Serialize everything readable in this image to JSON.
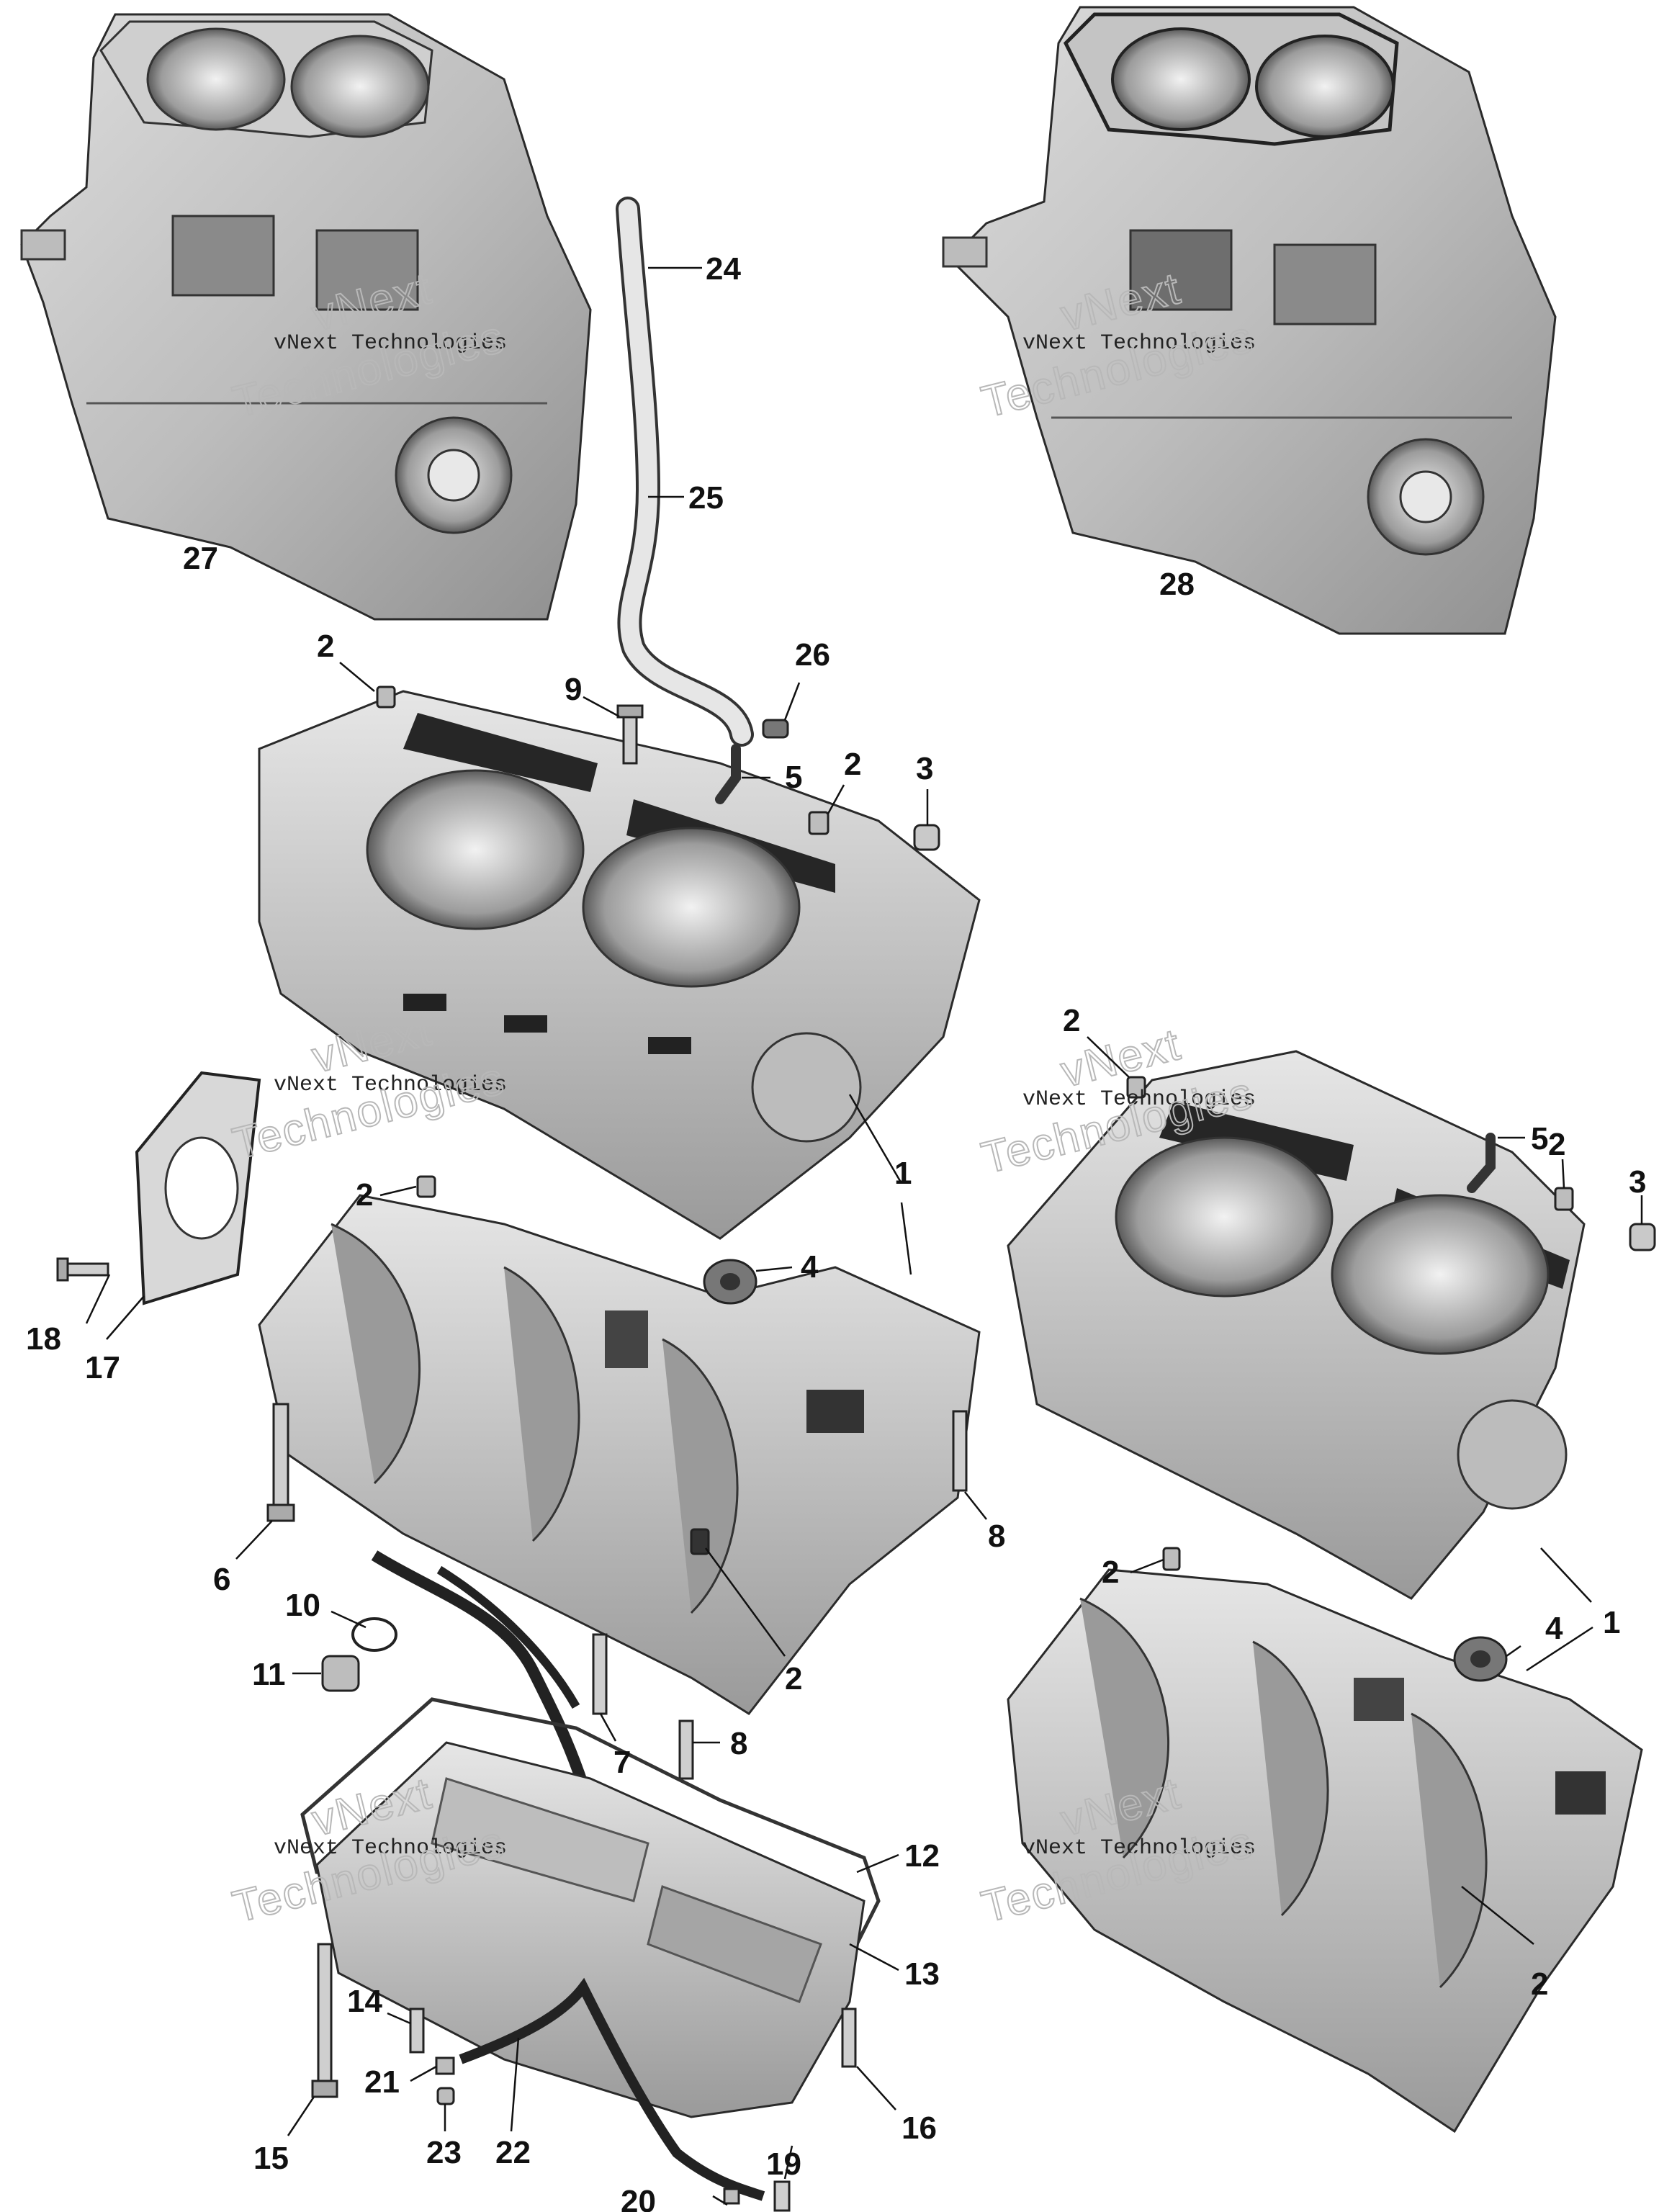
{
  "watermark": {
    "line_small": "vNext Technologies",
    "line_big_1": "vNext",
    "line_big_2": "Technologies"
  },
  "callouts": {
    "c27": "27",
    "c28": "28",
    "c24": "24",
    "c25": "25",
    "c26": "26",
    "c2a": "2",
    "c9": "9",
    "c5a": "5",
    "c2b": "2",
    "c3a": "3",
    "c2c": "2",
    "c4a": "4",
    "c1a": "1",
    "c18": "18",
    "c17": "17",
    "c6": "6",
    "c8a": "8",
    "c10": "10",
    "c11": "11",
    "c2d": "2",
    "c7": "7",
    "c8b": "8",
    "c12": "12",
    "c13": "13",
    "c14": "14",
    "c21": "21",
    "c15": "15",
    "c23": "23",
    "c22": "22",
    "c16": "16",
    "c19": "19",
    "c20": "20",
    "c2e": "2",
    "c5b": "5",
    "c2f": "2",
    "c3b": "3",
    "c2g": "2",
    "c4b": "4",
    "c1b": "1",
    "c2h": "2"
  }
}
